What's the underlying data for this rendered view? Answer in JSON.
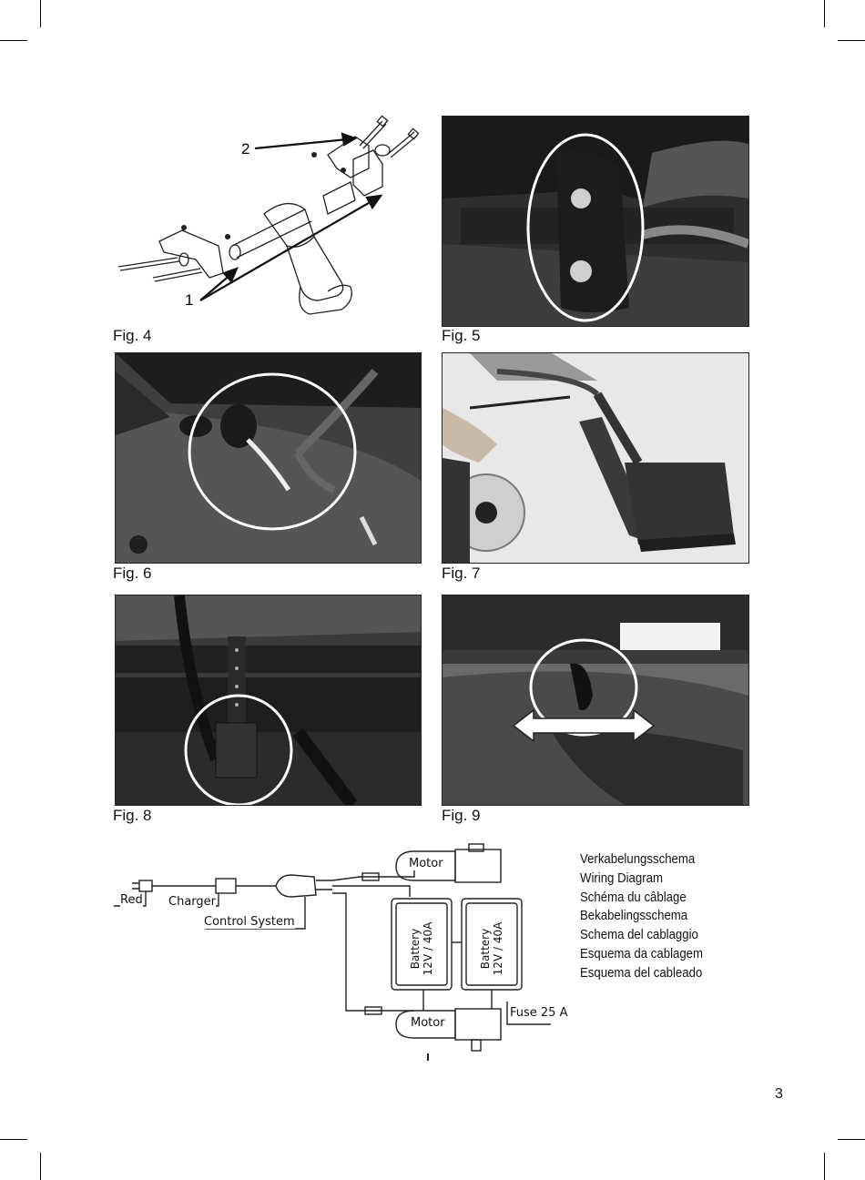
{
  "figures": {
    "fig4": {
      "caption": "Fig. 4",
      "callout_1": "1",
      "callout_2": "2"
    },
    "fig5": {
      "caption": "Fig. 5"
    },
    "fig6": {
      "caption": "Fig. 6"
    },
    "fig7": {
      "caption": "Fig. 7"
    },
    "fig8": {
      "caption": "Fig. 8"
    },
    "fig9": {
      "caption": "Fig. 9"
    }
  },
  "wiring": {
    "labels": {
      "motor_top": "Motor",
      "motor_bottom": "Motor",
      "red": "Red",
      "charger": "Charger",
      "control_system": "Control System",
      "battery_1_name": "Battery",
      "battery_1_rating": "12V / 40A",
      "battery_2_name": "Battery",
      "battery_2_rating": "12V / 40A",
      "fuse": "Fuse 25 A"
    },
    "titles": [
      "Verkabelungsschema",
      "Wiring Diagram",
      "Schéma du câblage",
      "Bekabelingsschema",
      "Schema del cablaggio",
      "Esquema da cablagem",
      "Esquema del cableado"
    ]
  },
  "page_number": "3"
}
